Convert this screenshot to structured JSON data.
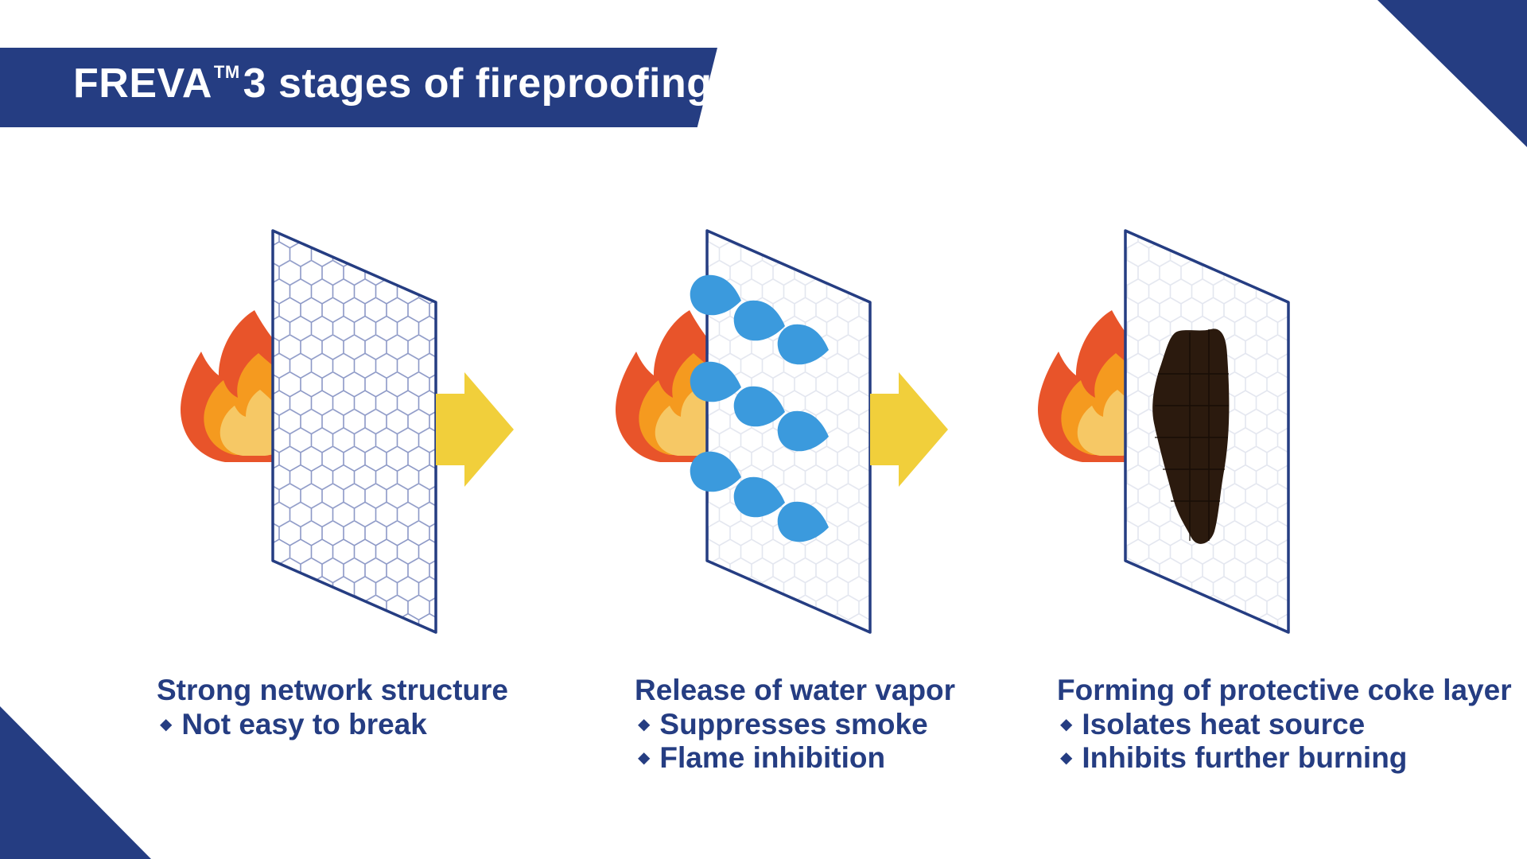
{
  "title": {
    "brand": "FREVA",
    "trademark": "TM",
    "text": "3 stages of fireproofing"
  },
  "colors": {
    "navy": "#253d82",
    "arrow_yellow": "#f1cf3b",
    "water_blue": "#3b9add",
    "coke_brown": "#2b1a0e",
    "flame_outer": "#e8542a",
    "flame_mid": "#f59a1f",
    "flame_inner": "#f6c865"
  },
  "stages": [
    {
      "heading": "Strong network structure",
      "bullets": [
        "Not easy to break"
      ],
      "icons": [
        "flame-icon",
        "honeycomb-panel",
        "arrow-right-icon"
      ]
    },
    {
      "heading": "Release of water vapor",
      "bullets": [
        "Suppresses smoke",
        "Flame inhibition"
      ],
      "icons": [
        "flame-icon",
        "honeycomb-panel",
        "water-drop-icon",
        "arrow-right-icon"
      ]
    },
    {
      "heading": "Forming of protective coke layer",
      "bullets": [
        "Isolates heat source",
        "Inhibits further burning"
      ],
      "icons": [
        "flame-icon",
        "honeycomb-panel",
        "coke-layer"
      ]
    }
  ]
}
